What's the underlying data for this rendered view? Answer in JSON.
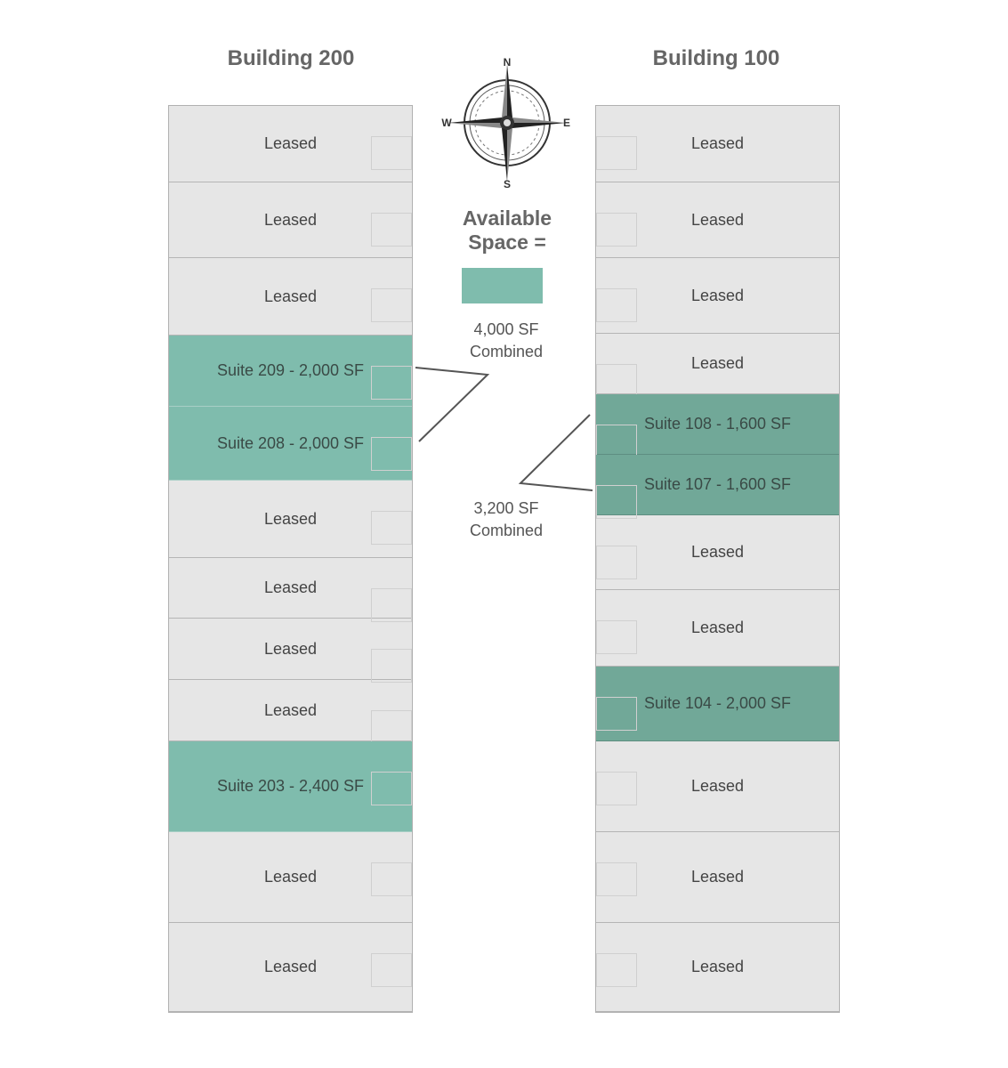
{
  "buildings": [
    {
      "title": "Building 200",
      "suites": [
        {
          "label": "Leased",
          "status": "leased"
        },
        {
          "label": "Leased",
          "status": "leased"
        },
        {
          "label": "Leased",
          "status": "leased"
        },
        {
          "label": "Suite 209 - 2,000 SF",
          "status": "available"
        },
        {
          "label": "Suite 208 - 2,000 SF",
          "status": "available"
        },
        {
          "label": "Leased",
          "status": "leased"
        },
        {
          "label": "Leased",
          "status": "leased"
        },
        {
          "label": "Leased",
          "status": "leased"
        },
        {
          "label": "Leased",
          "status": "leased"
        },
        {
          "label": "Suite 203 - 2,400 SF",
          "status": "available"
        },
        {
          "label": "Leased",
          "status": "leased"
        },
        {
          "label": "Leased",
          "status": "leased"
        }
      ]
    },
    {
      "title": "Building 100",
      "suites": [
        {
          "label": "Leased",
          "status": "leased"
        },
        {
          "label": "Leased",
          "status": "leased"
        },
        {
          "label": "Leased",
          "status": "leased"
        },
        {
          "label": "Leased",
          "status": "leased"
        },
        {
          "label": "Suite 108 - 1,600 SF",
          "status": "available"
        },
        {
          "label": "Suite 107 - 1,600 SF",
          "status": "available"
        },
        {
          "label": "Leased",
          "status": "leased"
        },
        {
          "label": "Leased",
          "status": "leased"
        },
        {
          "label": "Suite 104 - 2,000 SF",
          "status": "available"
        },
        {
          "label": "Leased",
          "status": "leased"
        },
        {
          "label": "Leased",
          "status": "leased"
        },
        {
          "label": "Leased",
          "status": "leased"
        }
      ]
    }
  ],
  "compass": {
    "north": "N",
    "south": "S",
    "east": "E",
    "west": "W"
  },
  "legend": {
    "title_line1": "Available",
    "title_line2": "Space =",
    "color": "#7fbcad"
  },
  "notes": {
    "combined_200_line1": "4,000 SF",
    "combined_200_line2": "Combined",
    "combined_100_line1": "3,200 SF",
    "combined_100_line2": "Combined"
  },
  "colors": {
    "leased": "#e6e6e6",
    "available_200": "#7fbcad",
    "available_100": "#71a898"
  }
}
